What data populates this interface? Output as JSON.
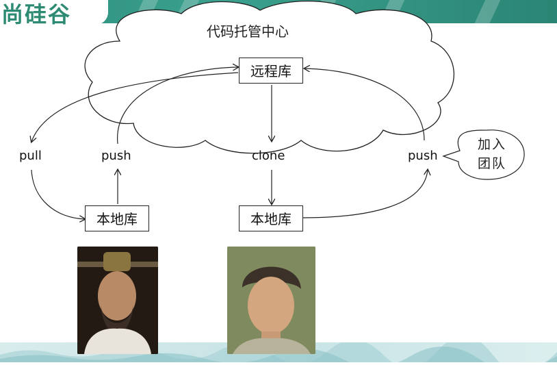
{
  "header": {
    "logo_text": "尚硅谷"
  },
  "cloud": {
    "title": "代码托管中心"
  },
  "nodes": {
    "remote_repo": "远程库",
    "local_repo_left": "本地库",
    "local_repo_right": "本地库"
  },
  "labels": {
    "pull": "pull",
    "push_left": "push",
    "clone": "clone",
    "push_right": "push"
  },
  "bubble": {
    "line1": "加入",
    "line2": "团队"
  },
  "colors": {
    "banner": "#3aa08d",
    "logo": "#2e8b73",
    "stroke": "#222222"
  }
}
